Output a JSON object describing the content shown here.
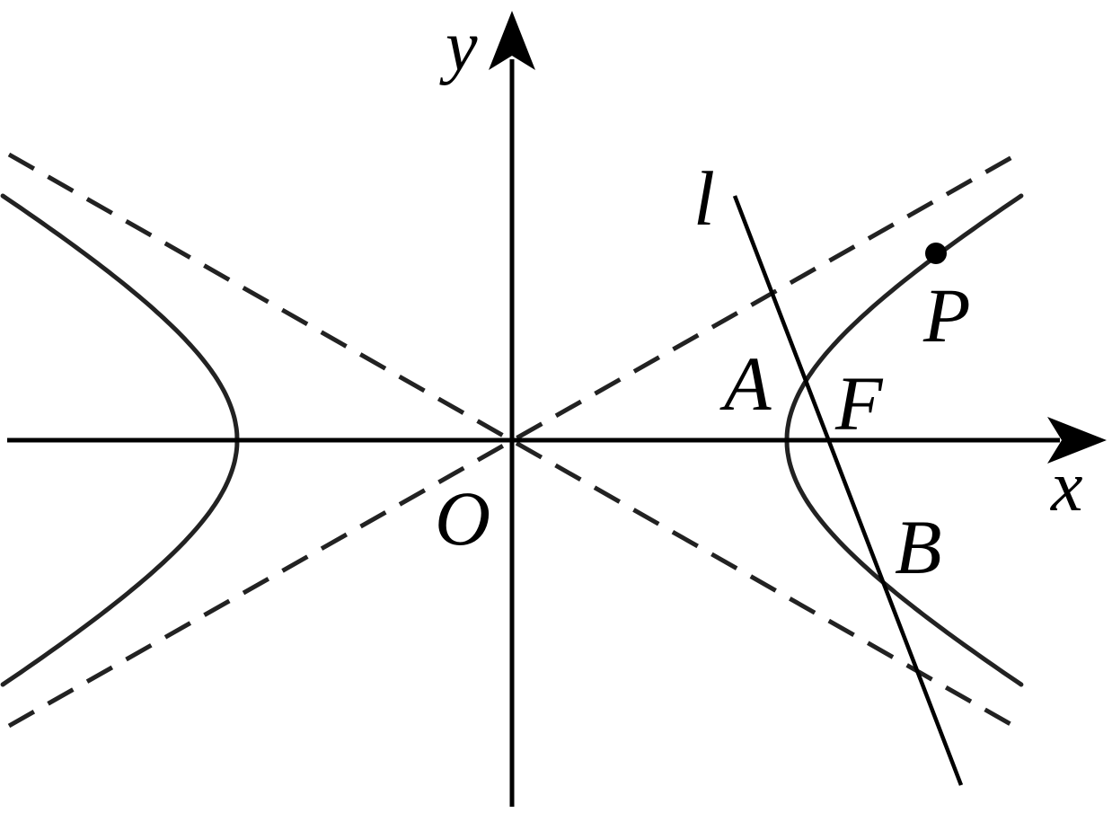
{
  "figure": {
    "labels": {
      "x_axis": "x",
      "y_axis": "y",
      "origin": "O",
      "line": "l",
      "point_a": "A",
      "point_b": "B",
      "point_f": "F",
      "point_p": "P"
    }
  },
  "colors": {
    "ink": "#000000",
    "curve": "#222222",
    "background": "#ffffff"
  }
}
